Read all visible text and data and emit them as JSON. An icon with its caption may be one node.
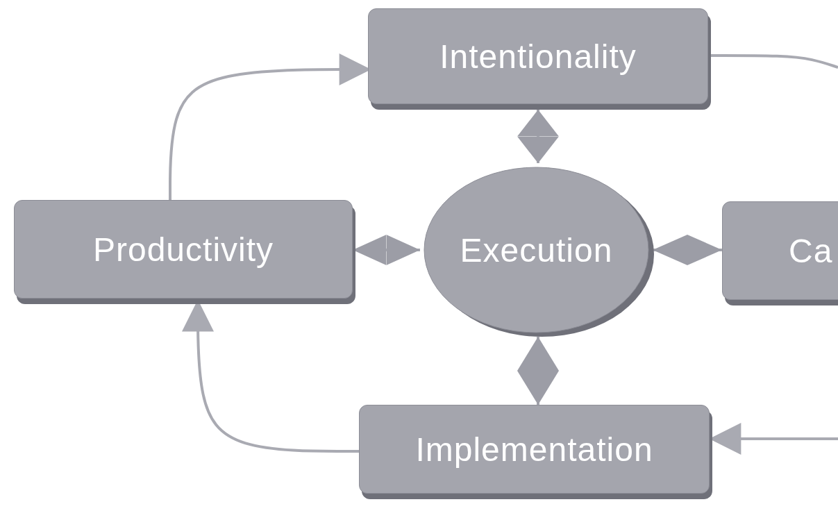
{
  "diagram": {
    "nodes": [
      {
        "text": [
          "Intentionality"
        ]
      },
      {
        "text": [
          "Productivity"
        ]
      },
      {
        "text": [
          "Execution"
        ]
      },
      {
        "text": [
          "Ca"
        ]
      },
      {
        "text": [
          "Implementation"
        ]
      }
    ],
    "edges": [
      {
        "from": 1,
        "to": 0,
        "arrow": "to"
      },
      {
        "from": 0,
        "to": null,
        "arrow": "none"
      },
      {
        "from": 4,
        "to": 1,
        "arrow": "to"
      },
      {
        "from": null,
        "to": 4,
        "arrow": "to"
      },
      {
        "from": 2,
        "to": 0,
        "arrow": "both"
      },
      {
        "from": 2,
        "to": 1,
        "arrow": "both"
      },
      {
        "from": 2,
        "to": 3,
        "arrow": "both"
      },
      {
        "from": 2,
        "to": 4,
        "arrow": "both"
      }
    ]
  }
}
